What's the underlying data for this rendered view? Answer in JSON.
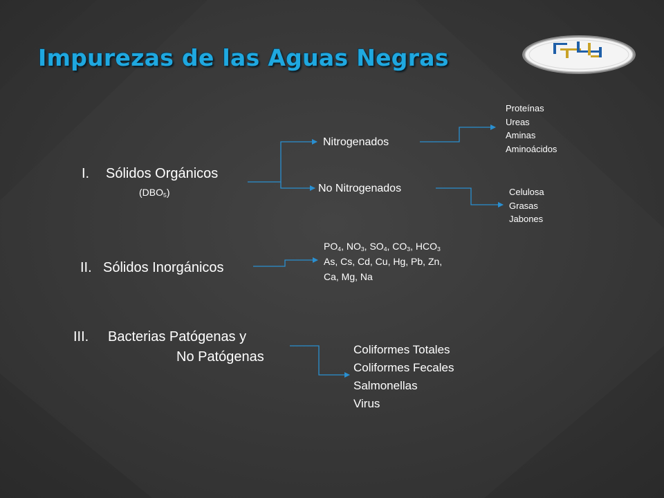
{
  "title": "Impurezas de las Aguas Negras",
  "logo": {
    "colors": [
      "#1f5fa8",
      "#c9a227"
    ]
  },
  "colors": {
    "title": "#1fa8e0",
    "arrow": "#2a8fd0",
    "background": "#3a3a3a"
  },
  "section1": {
    "numeral": "I.",
    "label": "Sólidos Orgánicos",
    "sub_open": "(DBO",
    "sub_index": "5",
    "sub_close": ")",
    "branch_a": {
      "label": "Nitrogenados",
      "items": [
        "Proteínas",
        "Ureas",
        "Aminas",
        "Aminoácidos"
      ]
    },
    "branch_b": {
      "label": "No Nitrogenados",
      "items": [
        "Celulosa",
        "Grasas",
        "Jabones"
      ]
    }
  },
  "section2": {
    "numeral": "II.",
    "label": "Sólidos Inorgánicos",
    "line1": [
      {
        "base": "PO",
        "sub": "4",
        "after": ", "
      },
      {
        "base": "NO",
        "sub": "3",
        "after": ", "
      },
      {
        "base": "SO",
        "sub": "4",
        "after": ", "
      },
      {
        "base": "CO",
        "sub": "3",
        "after": ", "
      },
      {
        "base": "HCO",
        "sub": "3",
        "after": ""
      }
    ],
    "line2": "As, Cs, Cd, Cu, Hg, Pb, Zn,",
    "line3": "Ca, Mg, Na"
  },
  "section3": {
    "numeral": "III.",
    "label_line1": "Bacterias Patógenas y",
    "label_line2": "No Patógenas",
    "items": [
      "Coliformes Totales",
      "Coliformes Fecales",
      "Salmonellas",
      "Virus"
    ]
  }
}
